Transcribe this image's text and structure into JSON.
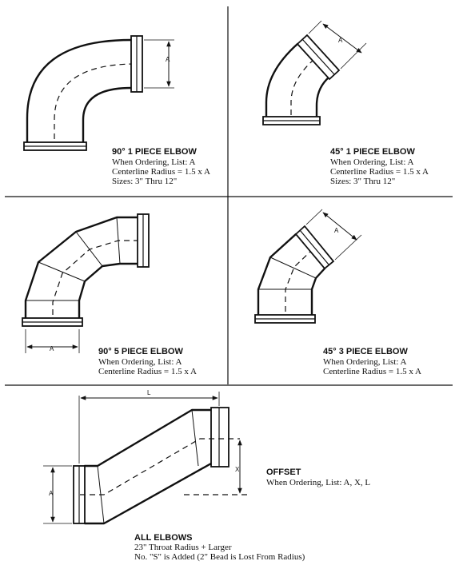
{
  "panels": [
    {
      "id": "elbow-90-1-piece",
      "title": "90° 1 PIECE ELBOW",
      "lines": [
        "When Ordering, List: A",
        "Centerline Radius = 1.5 x A",
        "Sizes: 3\" Thru 12\""
      ],
      "dim_label": "A"
    },
    {
      "id": "elbow-45-1-piece",
      "title": "45° 1 PIECE ELBOW",
      "lines": [
        "When Ordering, List: A",
        "Centerline Radius = 1.5 x A",
        "Sizes: 3\" Thru 12\""
      ],
      "dim_label": "A"
    },
    {
      "id": "elbow-90-5-piece",
      "title": "90° 5 PIECE ELBOW",
      "lines": [
        "When Ordering, List: A",
        "Centerline Radius = 1.5 x A"
      ],
      "dim_label": "A"
    },
    {
      "id": "elbow-45-3-piece",
      "title": "45° 3 PIECE ELBOW",
      "lines": [
        "When Ordering, List: A",
        "Centerline Radius = 1.5 x A"
      ],
      "dim_label": "A"
    },
    {
      "id": "offset",
      "title": "OFFSET",
      "lines": [
        "When Ordering, List: A, X, L"
      ],
      "dim_labels": [
        "L",
        "X",
        "A"
      ]
    }
  ],
  "footer": {
    "title": "ALL ELBOWS",
    "lines": [
      "23\" Throat Radius + Larger",
      "No. \"S\" is Added (2\" Bead is Lost From Radius)"
    ]
  }
}
